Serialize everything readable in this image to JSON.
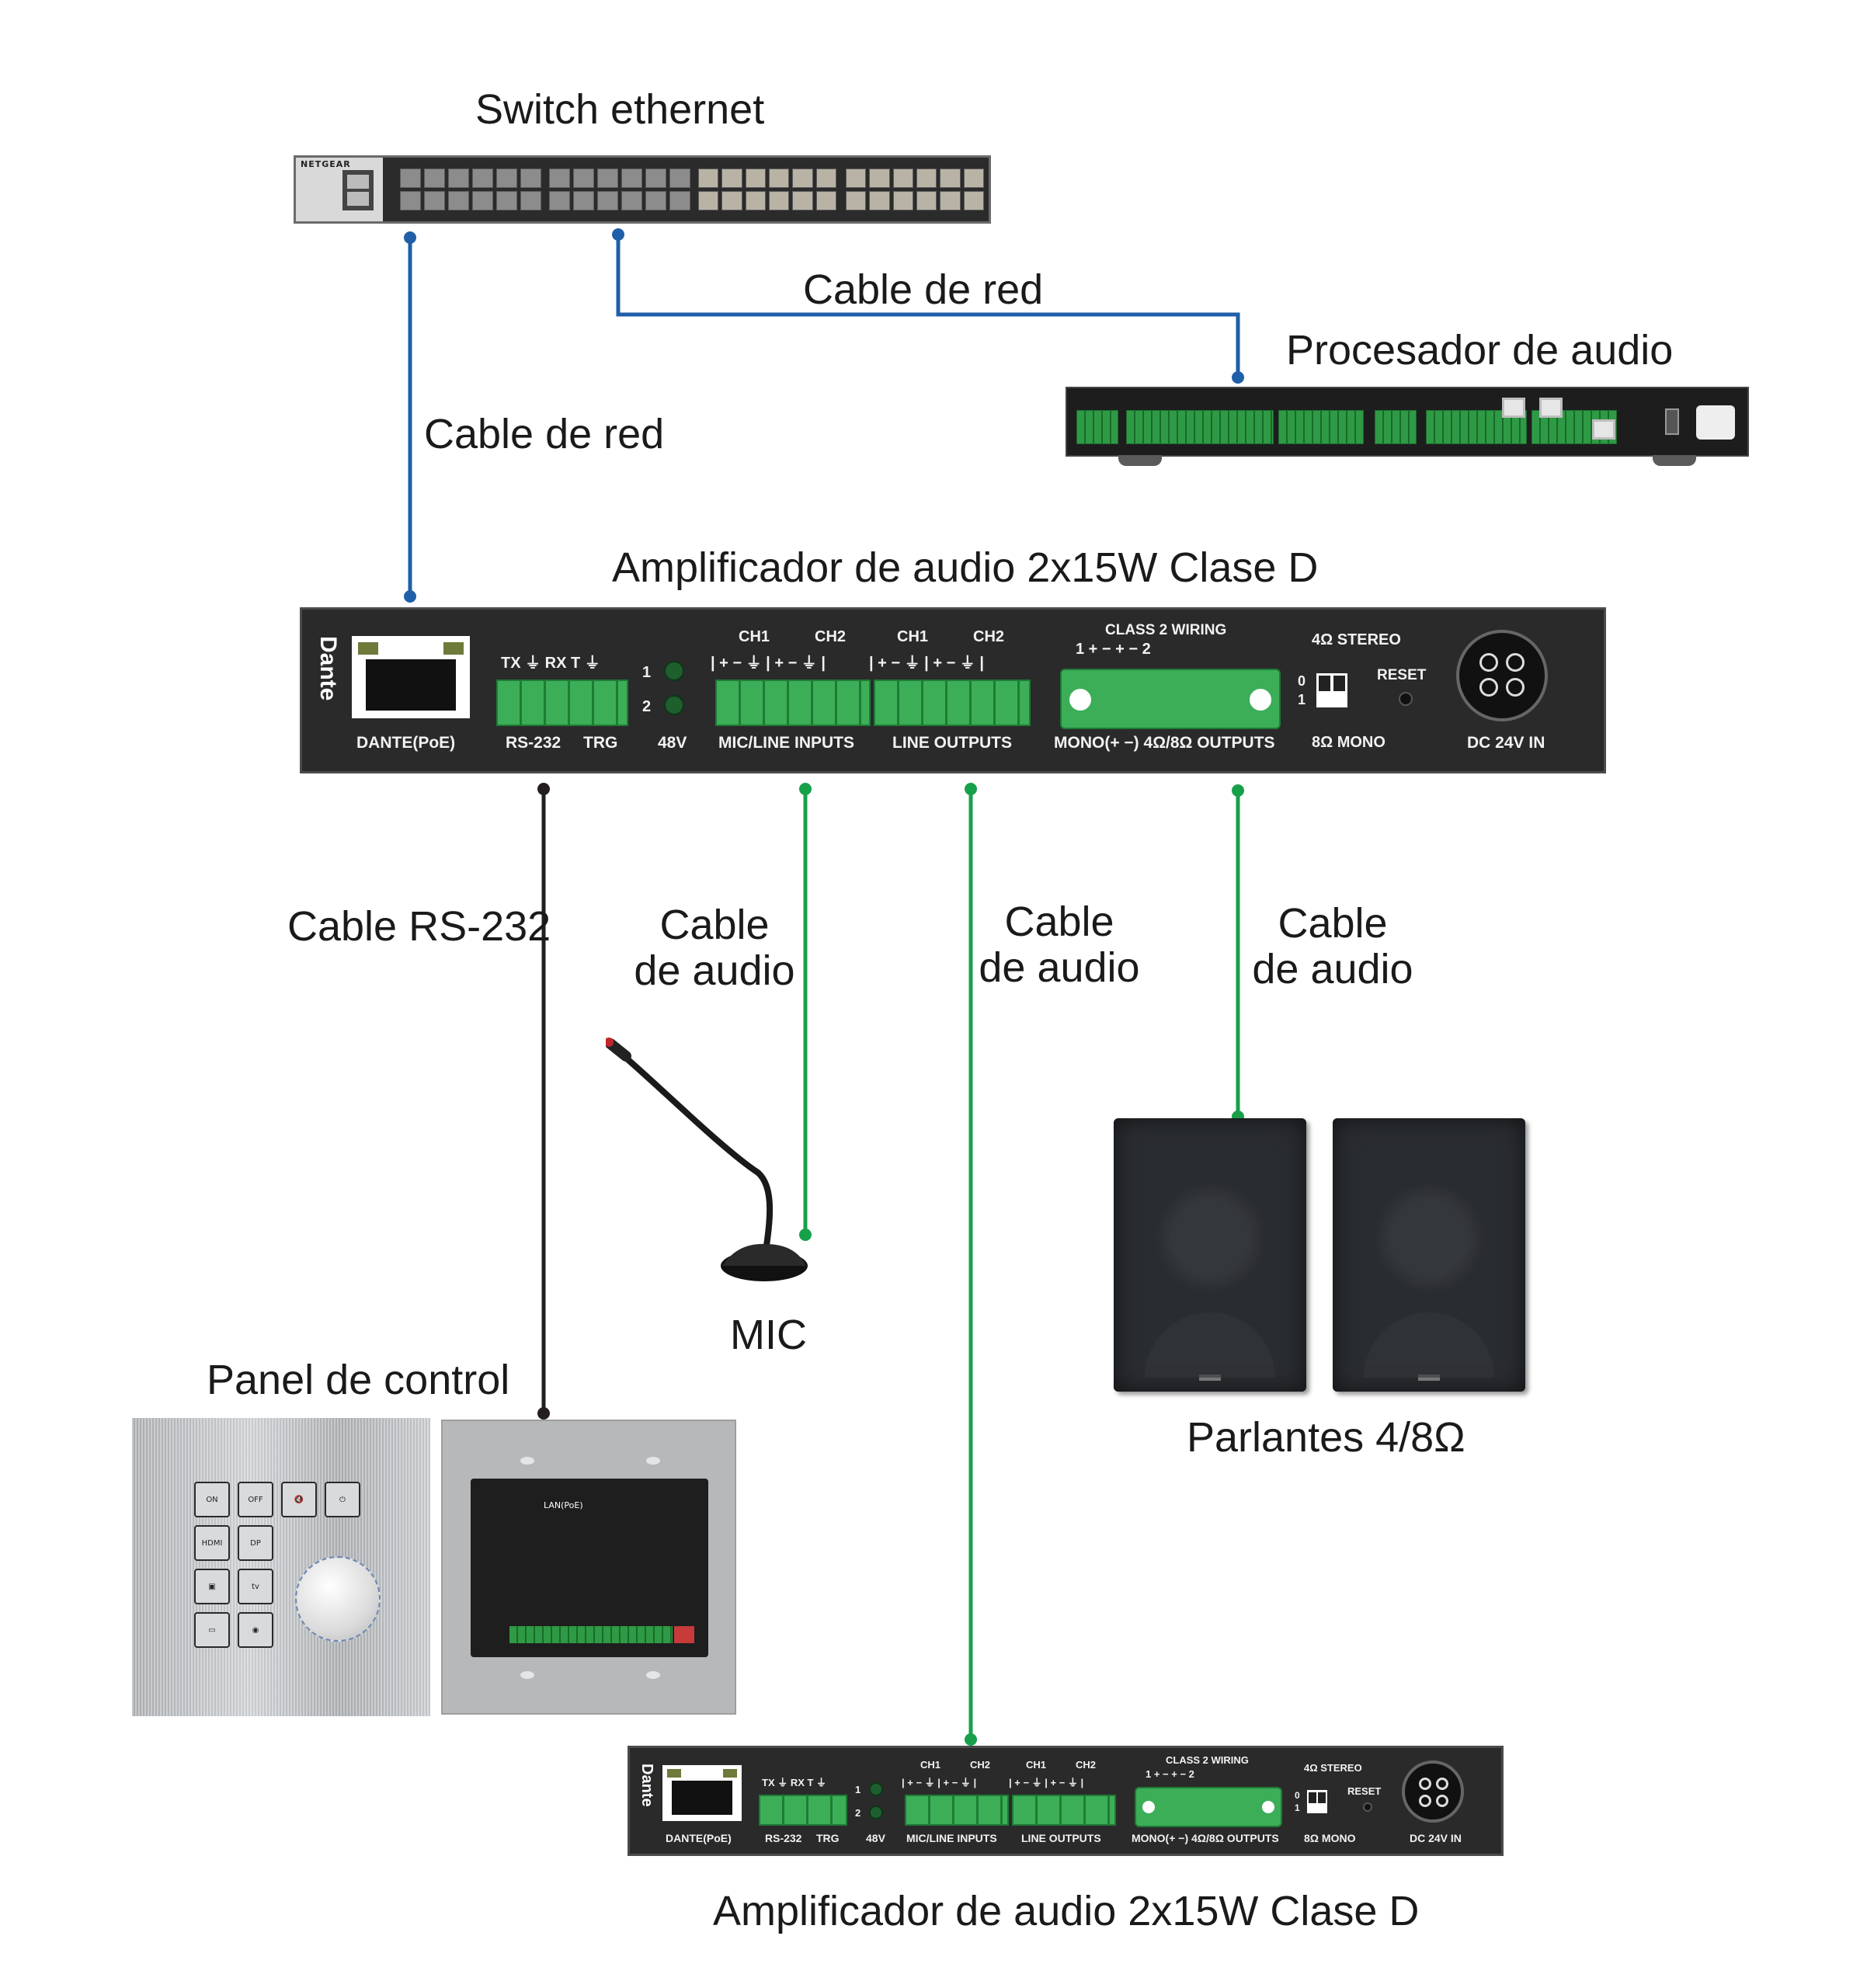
{
  "labels": {
    "switch_title": "Switch ethernet",
    "cable_red_1": "Cable de red",
    "cable_red_2": "Cable de red",
    "processor_title": "Procesador de audio",
    "amp_title_top": "Amplificador de audio 2x15W Clase D",
    "cable_rs232": "Cable RS-232",
    "cable_audio_mic_1": "Cable",
    "cable_audio_mic_2": "de audio",
    "cable_audio_line_1": "Cable",
    "cable_audio_line_2": "de audio",
    "cable_audio_spk_1": "Cable",
    "cable_audio_spk_2": "de audio",
    "mic": "MIC",
    "panel_title": "Panel de control",
    "speakers_title": "Parlantes 4/8Ω",
    "amp_title_bottom": "Amplificador de audio 2x15W Clase D"
  },
  "switch": {
    "brand": "NETGEAR"
  },
  "amplifier": {
    "brand": "Dante",
    "dante_port": "DANTE(PoE)",
    "rs232_pins": "TX ⏚ RX  T  ⏚",
    "rs232_label": "RS-232",
    "trg_label": "TRG",
    "led_1": "1",
    "led_2": "2",
    "phantom_label": "48V",
    "ch1": "CH1",
    "ch2": "CH2",
    "ch1_out": "CH1",
    "ch2_out": "CH2",
    "pins_in": "| +  −  ⏚ | +  −  ⏚ |",
    "pins_out": "| +  −  ⏚ | +  −  ⏚ |",
    "mic_line_inputs": "MIC/LINE INPUTS",
    "line_outputs": "LINE OUTPUTS",
    "class2_wiring": "CLASS 2 WIRING",
    "spk_pins": "1   +  −      +  −   2",
    "spk_outputs": "MONO(+   −) 4Ω/8Ω OUTPUTS",
    "stereo": "4Ω  STEREO",
    "dip_0": "0",
    "dip_1": "1",
    "mono": "8Ω  MONO",
    "reset": "RESET",
    "dc_in": "DC 24V IN"
  },
  "control_panel": {
    "buttons": [
      "ON",
      "OFF",
      "🔇",
      "⏻",
      "HDMI",
      "DP",
      "▣",
      "tv",
      "▭",
      "◉"
    ],
    "module_lan": "LAN(PoE)"
  },
  "colors": {
    "network_cable": "#1f5fa8",
    "rs232_cable": "#231f20",
    "audio_cable": "#17a04a",
    "terminal_green": "#3cae58"
  }
}
